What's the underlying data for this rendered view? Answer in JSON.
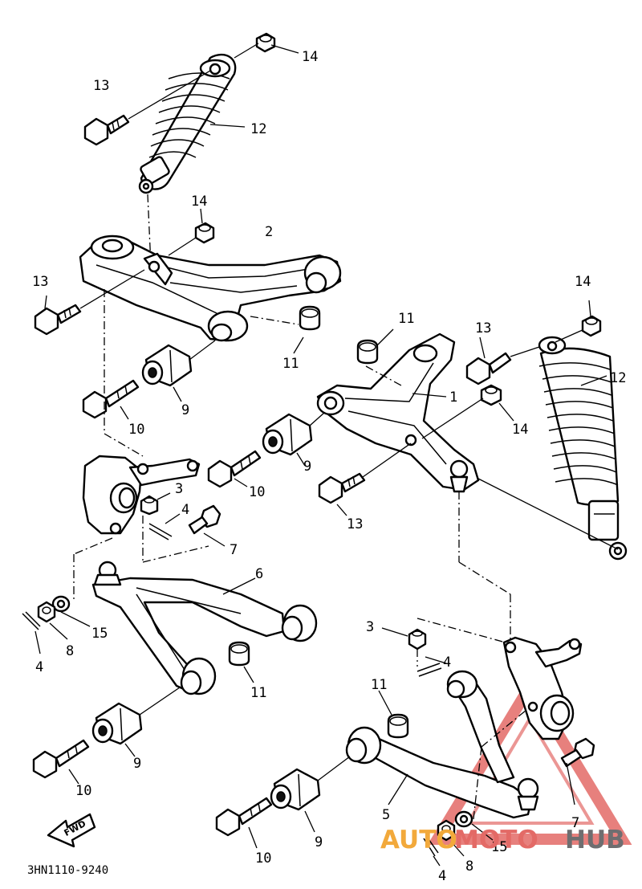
{
  "diagram_code": "3HN1110-9240",
  "fwd_label": "FWD",
  "watermark": {
    "part1": "AUTO",
    "part2": "MOTO",
    "part3": "HUB",
    "color_auto": "#f2a93b",
    "color_moto": "#e36a66",
    "color_hub": "#6e6e70"
  },
  "callouts": {
    "c14_top": "14",
    "c13_top": "13",
    "c12_top": "12",
    "c14_a": "14",
    "c2": "2",
    "c13_a": "13",
    "c11_a": "11",
    "c9_a": "9",
    "c10_a": "10",
    "c11_b": "11",
    "c1": "1",
    "c14_b": "14",
    "c13_b": "13",
    "c9_b": "9",
    "c10_b": "10",
    "c14_r": "14",
    "c13_r": "13",
    "c12_r": "12",
    "c3_a": "3",
    "c4_a": "4",
    "c7_a": "7",
    "c6": "6",
    "c4_b": "4",
    "c8_a": "8",
    "c15_a": "15",
    "c11_c": "11",
    "c9_c": "9",
    "c10_c": "10",
    "c3_b": "3",
    "c4_c": "4",
    "c11_d": "11",
    "c5": "5",
    "c7_b": "7",
    "c9_d": "9",
    "c10_d": "10",
    "c8_b": "8",
    "c15_b": "15",
    "c4_d": "4"
  }
}
